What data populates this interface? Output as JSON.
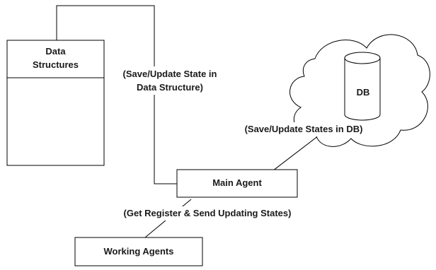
{
  "nodes": {
    "data_structures": {
      "line1": "Data",
      "line2": "Structures"
    },
    "main_agent": {
      "label": "Main Agent"
    },
    "working_agents": {
      "label": "Working Agents"
    },
    "db": {
      "label": "DB"
    }
  },
  "edges": {
    "save_state_struct": {
      "line1": "(Save/Update State in",
      "line2": "Data Structure)"
    },
    "save_states_db": {
      "label": "(Save/Update States in DB)"
    },
    "get_register": {
      "label": "(Get Register & Send Updating States)"
    }
  }
}
